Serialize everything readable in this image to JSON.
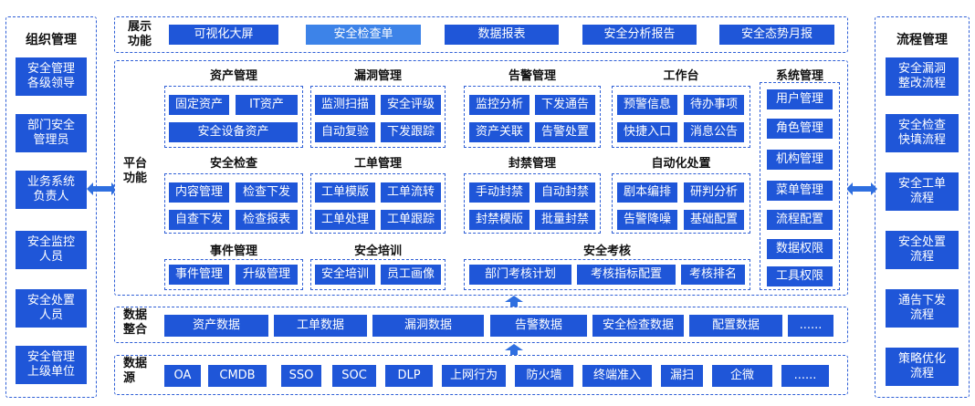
{
  "left_panel": {
    "title": "组织管理",
    "items": [
      "安全管理\n各级领导",
      "部门安全\n管理员",
      "业务系统\n负责人",
      "安全监控\n人员",
      "安全处置\n人员",
      "安全管理\n上级单位"
    ]
  },
  "right_panel": {
    "title": "流程管理",
    "items": [
      "安全漏洞\n整改流程",
      "安全检查\n快填流程",
      "安全工单\n流程",
      "安全处置\n流程",
      "通告下发\n流程",
      "策略优化\n流程"
    ]
  },
  "display": {
    "label": "展示\n功能",
    "items": [
      "可视化大屏",
      "安全检查单",
      "数据报表",
      "安全分析报告",
      "安全态势月报"
    ]
  },
  "platform": {
    "label": "平台\n功能",
    "asset": {
      "title": "资产管理",
      "items": [
        "固定资产",
        "IT资产",
        "安全设备资产"
      ]
    },
    "vuln": {
      "title": "漏洞管理",
      "items": [
        "监测扫描",
        "安全评级",
        "自动复验",
        "下发跟踪"
      ]
    },
    "alarm": {
      "title": "告警管理",
      "items": [
        "监控分析",
        "下发通告",
        "资产关联",
        "告警处置"
      ]
    },
    "workbench": {
      "title": "工作台",
      "items": [
        "预警信息",
        "待办事项",
        "快捷入口",
        "消息公告"
      ]
    },
    "system": {
      "title": "系统管理",
      "items": [
        "用户管理",
        "角色管理",
        "机构管理",
        "菜单管理",
        "流程配置",
        "数据权限",
        "工具权限"
      ]
    },
    "check": {
      "title": "安全检查",
      "items": [
        "内容管理",
        "检查下发",
        "自查下发",
        "检查报表"
      ]
    },
    "ticket": {
      "title": "工单管理",
      "items": [
        "工单模版",
        "工单流转",
        "工单处理",
        "工单跟踪"
      ]
    },
    "block": {
      "title": "封禁管理",
      "items": [
        "手动封禁",
        "自动封禁",
        "封禁模版",
        "批量封禁"
      ]
    },
    "automation": {
      "title": "自动化处置",
      "items": [
        "剧本编排",
        "研判分析",
        "告警降噪",
        "基础配置"
      ]
    },
    "event": {
      "title": "事件管理",
      "items": [
        "事件管理",
        "升级管理"
      ]
    },
    "training": {
      "title": "安全培训",
      "items": [
        "安全培训",
        "员工画像"
      ]
    },
    "assessment": {
      "title": "安全考核",
      "items": [
        "部门考核计划",
        "考核指标配置",
        "考核排名"
      ]
    }
  },
  "integration": {
    "label": "数据\n整合",
    "items": [
      "资产数据",
      "工单数据",
      "漏洞数据",
      "告警数据",
      "安全检查数据",
      "配置数据",
      "......"
    ]
  },
  "sources": {
    "label": "数据\n源",
    "items": [
      "OA",
      "CMDB",
      "SSO",
      "SOC",
      "DLP",
      "上网行为",
      "防火墙",
      "终端准入",
      "漏扫",
      "企微",
      "......"
    ]
  },
  "colors": {
    "box": "#1f56d8",
    "highlight": "#3d83e8",
    "border": "#2f5fd6"
  }
}
